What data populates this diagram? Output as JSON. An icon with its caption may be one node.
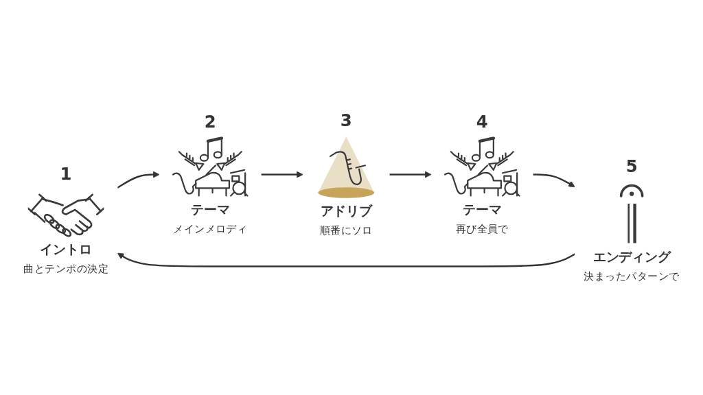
{
  "diagram": {
    "nodes": [
      {
        "text": [
          "1",
          "イントロ",
          "曲とテンポの決定"
        ]
      },
      {
        "text": [
          "2",
          "テーマ",
          "メインメロディ"
        ]
      },
      {
        "text": [
          "3",
          "アドリブ",
          "順番にソロ"
        ]
      },
      {
        "text": [
          "4",
          "テーマ",
          "再び全員で"
        ]
      },
      {
        "text": [
          "5",
          "エンディング",
          "決まったパターンで"
        ]
      }
    ],
    "edges": [
      {
        "from": 0,
        "to": 1,
        "arrow": "to"
      },
      {
        "from": 1,
        "to": 2,
        "arrow": "to"
      },
      {
        "from": 2,
        "to": 3,
        "arrow": "to"
      },
      {
        "from": 3,
        "to": 4,
        "arrow": "to"
      },
      {
        "from": 4,
        "to": 0,
        "arrow": "to"
      }
    ]
  }
}
